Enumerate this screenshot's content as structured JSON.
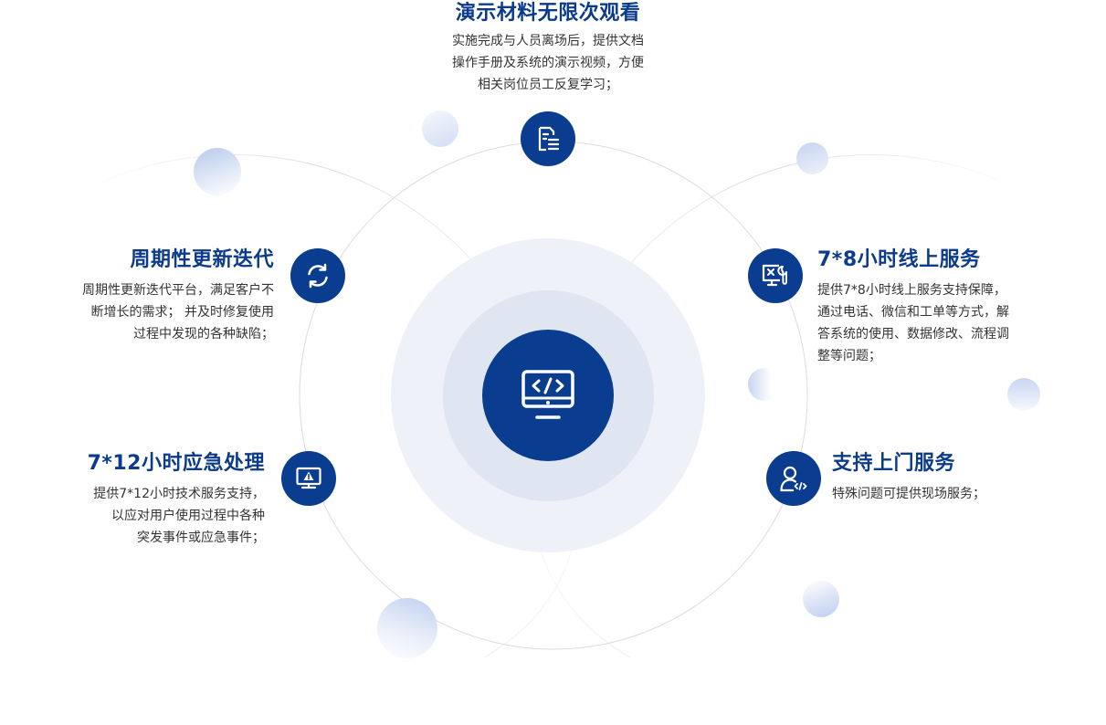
{
  "colors": {
    "primary": "#0a3d8f",
    "title": "#0c3b8c",
    "text": "#333333",
    "halo_outer": "#eef2f8",
    "halo_inner": "#dfe6f1",
    "orbit": "#d9d9df"
  },
  "center": {
    "icon": "monitor-code-icon"
  },
  "features": [
    {
      "id": "demo",
      "icon": "document-list-icon",
      "title": "演示材料无限次观看",
      "desc": [
        "实施完成与人员离场后，提供文档",
        "操作手册及系统的演示视频，方便",
        "相关岗位员工反复学习；"
      ]
    },
    {
      "id": "iteration",
      "icon": "refresh-icon",
      "title": "周期性更新迭代",
      "desc": [
        "周期性更新迭代平台，满足客户不",
        "断增长的需求；  并及时修复使用",
        "过程中发现的各种缺陷；"
      ]
    },
    {
      "id": "online",
      "icon": "monitor-wrench-icon",
      "title": "7*8小时线上服务",
      "desc": [
        "提供7*8小时线上服务支持保障，",
        "通过电话、微信和工单等方式，解",
        "答系统的使用、数据修改、流程调",
        "整等问题；"
      ]
    },
    {
      "id": "emergency",
      "icon": "monitor-warning-icon",
      "title": "7*12小时应急处理",
      "desc": [
        "提供7*12小时技术服务支持，",
        "以应对用户使用过程中各种",
        "突发事件或应急事件；"
      ]
    },
    {
      "id": "onsite",
      "icon": "user-code-icon",
      "title": "支持上门服务",
      "desc": [
        "特殊问题可提供现场服务；"
      ]
    }
  ]
}
